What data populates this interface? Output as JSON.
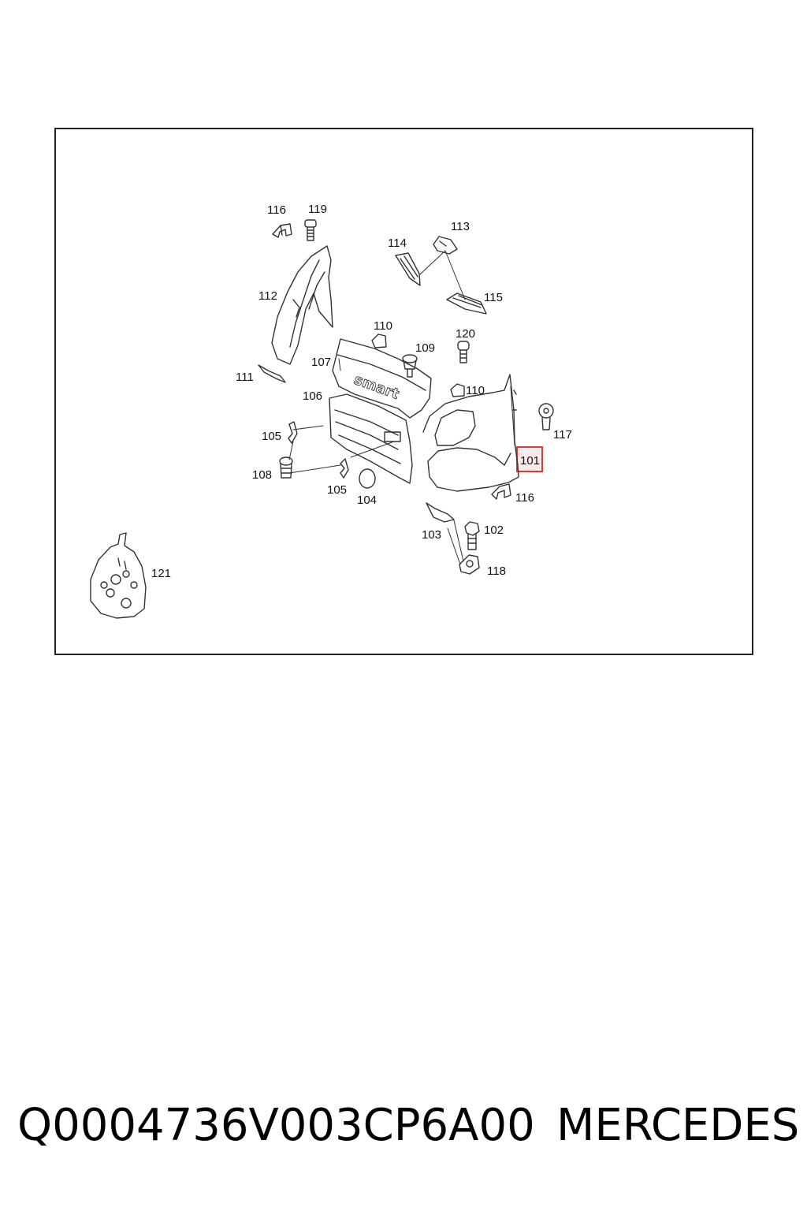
{
  "diagram": {
    "callouts": {
      "c101": "101",
      "c102": "102",
      "c103": "103",
      "c104": "104",
      "c105a": "105",
      "c105b": "105",
      "c106": "106",
      "c107": "107",
      "c108": "108",
      "c109": "109",
      "c110a": "110",
      "c110b": "110",
      "c111": "111",
      "c112": "112",
      "c113": "113",
      "c114": "114",
      "c115": "115",
      "c116a": "116",
      "c116b": "116",
      "c117": "117",
      "c118": "118",
      "c119": "119",
      "c120": "120",
      "c121": "121"
    },
    "logo_text": "smart",
    "highlighted_part": "101",
    "highlight_color": "#d93a3a"
  },
  "footer": {
    "part_code": "Q0004736V003CP6A00",
    "brand": "MERCEDES"
  }
}
